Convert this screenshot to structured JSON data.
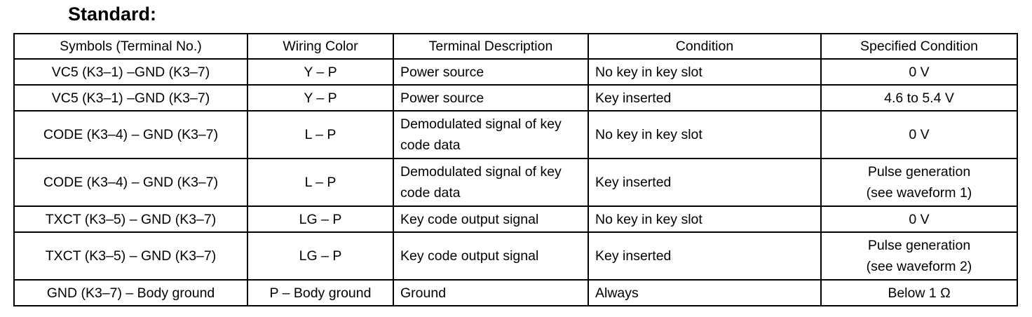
{
  "heading": "Standard:",
  "table": {
    "headers": [
      "Symbols (Terminal No.)",
      "Wiring Color",
      "Terminal Description",
      "Condition",
      "Specified Condition"
    ],
    "rows": [
      {
        "symbol": "VC5 (K3–1) –GND (K3–7)",
        "wiring": "Y – P",
        "description": [
          "Power source"
        ],
        "condition": "No key in key slot",
        "specified": [
          "0 V"
        ]
      },
      {
        "symbol": "VC5 (K3–1) –GND (K3–7)",
        "wiring": "Y – P",
        "description": [
          "Power source"
        ],
        "condition": "Key inserted",
        "specified": [
          "4.6 to 5.4 V"
        ]
      },
      {
        "symbol": "CODE (K3–4) – GND (K3–7)",
        "wiring": "L – P",
        "description": [
          "Demodulated signal of key",
          "code data"
        ],
        "condition": "No key in key slot",
        "specified": [
          "0 V"
        ]
      },
      {
        "symbol": "CODE (K3–4) – GND (K3–7)",
        "wiring": "L – P",
        "description": [
          "Demodulated signal of key",
          "code data"
        ],
        "condition": "Key inserted",
        "specified": [
          "Pulse generation",
          "(see waveform 1)"
        ]
      },
      {
        "symbol": "TXCT (K3–5) – GND (K3–7)",
        "wiring": "LG – P",
        "description": [
          "Key code output signal"
        ],
        "condition": "No key in key slot",
        "specified": [
          "0 V"
        ]
      },
      {
        "symbol": "TXCT (K3–5) – GND (K3–7)",
        "wiring": "LG – P",
        "description": [
          "Key code output signal"
        ],
        "condition": "Key inserted",
        "specified": [
          "Pulse generation",
          "(see waveform 2)"
        ]
      },
      {
        "symbol": "GND (K3–7) – Body ground",
        "wiring": "P – Body ground",
        "description": [
          "Ground"
        ],
        "condition": "Always",
        "specified": [
          "Below 1 Ω"
        ]
      }
    ]
  }
}
